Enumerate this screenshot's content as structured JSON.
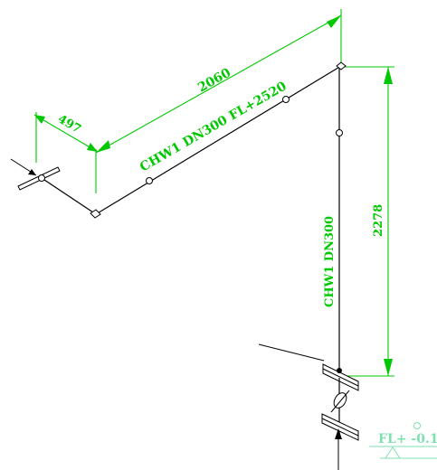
{
  "colors": {
    "pipe": "#000000",
    "dimension": "#00c800",
    "level_marker": "#7ee0b0",
    "background": "#ffffff"
  },
  "dimensions": {
    "horizontal_long": "2060",
    "horizontal_short": "497",
    "vertical": "2278"
  },
  "labels": {
    "horizontal_pipe": "CHW1  DN300 FL+2520",
    "vertical_pipe": "CHW1  DN300",
    "floor_level": "FL+ -0.14"
  }
}
